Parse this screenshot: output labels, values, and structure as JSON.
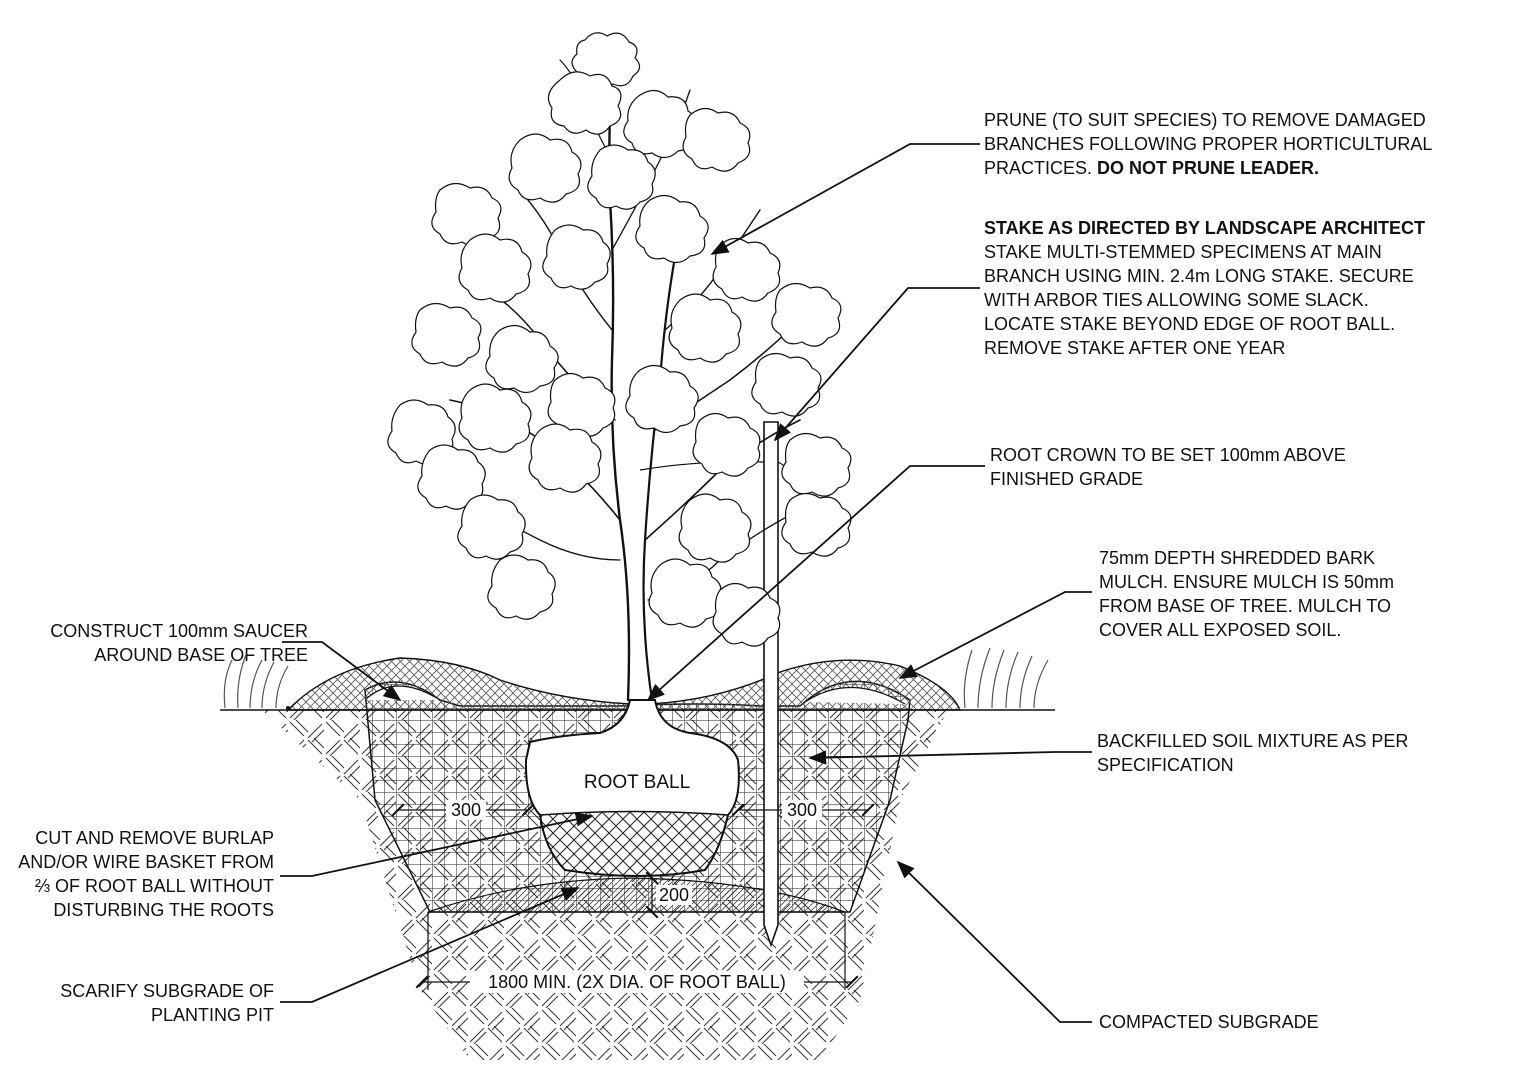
{
  "notes": {
    "prune": {
      "line1": "PRUNE (TO SUIT SPECIES) TO REMOVE DAMAGED",
      "line2": "BRANCHES FOLLOWING PROPER HORTICULTURAL",
      "line3_a": "PRACTICES. ",
      "line3_b": "DO NOT PRUNE LEADER."
    },
    "stake": {
      "heading": "STAKE AS DIRECTED BY LANDSCAPE ARCHITECT",
      "line1": "STAKE MULTI-STEMMED SPECIMENS AT MAIN",
      "line2": "BRANCH USING MIN. 2.4m LONG STAKE. SECURE",
      "line3": "WITH ARBOR TIES ALLOWING SOME SLACK.",
      "line4": "LOCATE STAKE BEYOND EDGE OF ROOT BALL.",
      "line5": "REMOVE STAKE AFTER ONE YEAR"
    },
    "root_crown": {
      "line1": "ROOT CROWN TO BE SET 100mm ABOVE",
      "line2": "FINISHED GRADE"
    },
    "mulch": {
      "line1": "75mm DEPTH SHREDDED BARK",
      "line2": "MULCH. ENSURE MULCH IS 50mm",
      "line3": "FROM BASE OF TREE. MULCH TO",
      "line4": "COVER ALL EXPOSED SOIL."
    },
    "backfill": {
      "line1": "BACKFILLED SOIL MIXTURE AS PER",
      "line2": "SPECIFICATION"
    },
    "compacted": {
      "line1": "COMPACTED SUBGRADE"
    },
    "saucer": {
      "line1": "CONSTRUCT 100mm SAUCER",
      "line2": "AROUND BASE OF TREE"
    },
    "burlap": {
      "line1": "CUT AND REMOVE BURLAP",
      "line2": "AND/OR WIRE BASKET FROM",
      "line3": "⅔ OF ROOT BALL WITHOUT",
      "line4": "DISTURBING THE ROOTS"
    },
    "scarify": {
      "line1": "SCARIFY SUBGRADE OF",
      "line2": "PLANTING PIT"
    }
  },
  "labels": {
    "root_ball": "ROOT BALL",
    "dim_left": "300",
    "dim_right": "300",
    "dim_depth": "200",
    "dim_width": "1800 MIN. (2X DIA. OF ROOT BALL)"
  },
  "colors": {
    "ink": "#111111",
    "background": "#ffffff"
  }
}
